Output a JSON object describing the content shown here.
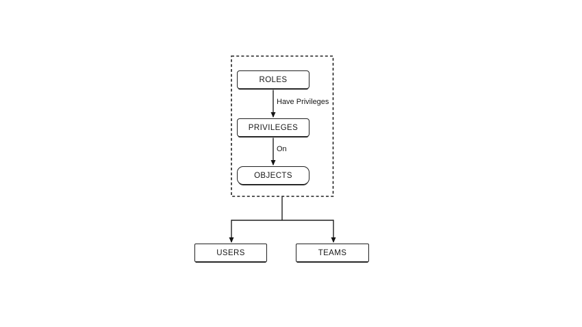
{
  "diagram": {
    "boundary": {
      "name": "roles-privileges-objects-group"
    },
    "nodes": {
      "roles": {
        "label": "ROLES"
      },
      "privileges": {
        "label": "PRIVILEGES"
      },
      "objects": {
        "label": "OBJECTS"
      },
      "users": {
        "label": "USERS"
      },
      "teams": {
        "label": "TEAMS"
      }
    },
    "edges": {
      "roles_to_privileges": {
        "label": "Have Privileges"
      },
      "privileges_to_objects": {
        "label": "On"
      },
      "group_to_users": {
        "label": ""
      },
      "group_to_teams": {
        "label": ""
      }
    },
    "colors": {
      "stroke": "#1f1f1f",
      "background": "#ffffff",
      "text": "#161616"
    }
  }
}
